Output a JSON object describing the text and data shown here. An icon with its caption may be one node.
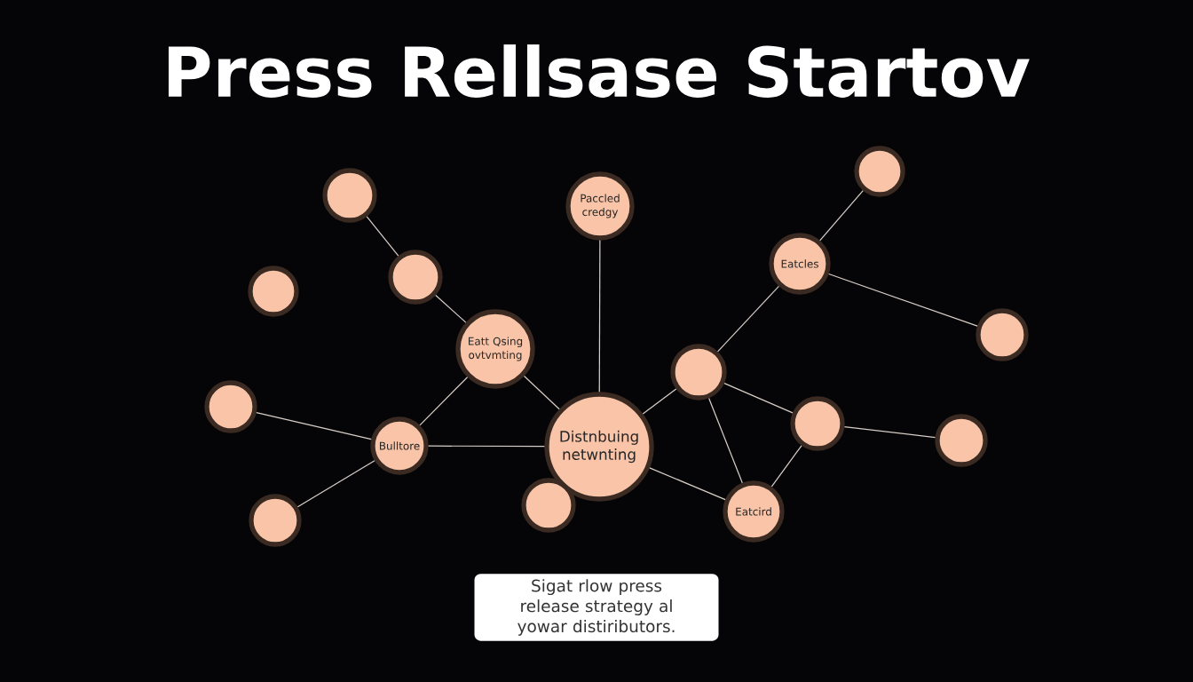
{
  "diagram": {
    "title": "Press Rellsase Startov",
    "nodes": [
      {
        "text": [],
        "shape": "circle"
      },
      {
        "text": [],
        "shape": "circle"
      },
      {
        "text": [
          "Paccled credgy"
        ]
      },
      {
        "text": [
          "Eatcles"
        ]
      },
      {
        "text": [],
        "shape": "circle"
      },
      {
        "text": [],
        "shape": "circle"
      },
      {
        "text": [],
        "shape": "circle"
      },
      {
        "text": [
          "Eatt Qsing ovtvmting"
        ]
      },
      {
        "text": [],
        "shape": "circle"
      },
      {
        "text": [],
        "shape": "circle"
      },
      {
        "text": [],
        "shape": "circle"
      },
      {
        "text": [],
        "shape": "circle"
      },
      {
        "text": [
          "Bulltore"
        ]
      },
      {
        "text": [
          "Distnbuing netwnting"
        ]
      },
      {
        "text": [],
        "shape": "circle"
      },
      {
        "text": [
          "Eatcird"
        ]
      },
      {
        "text": [],
        "shape": "circle"
      },
      {
        "text": [
          "Sigat rlow press release strategy al yowar distiributors."
        ]
      }
    ],
    "edges": [
      {
        "from": 1,
        "to": 4,
        "arrow": "none"
      },
      {
        "from": 4,
        "to": 7,
        "arrow": "none"
      },
      {
        "from": 7,
        "to": 12,
        "arrow": "none"
      },
      {
        "from": 7,
        "to": 13,
        "arrow": "none"
      },
      {
        "from": 2,
        "to": 13,
        "arrow": "none"
      },
      {
        "from": 9,
        "to": 12,
        "arrow": "none"
      },
      {
        "from": 12,
        "to": 13,
        "arrow": "none"
      },
      {
        "from": 12,
        "to": 16,
        "arrow": "none"
      },
      {
        "from": 13,
        "to": 8,
        "arrow": "none"
      },
      {
        "from": 13,
        "to": 15,
        "arrow": "none"
      },
      {
        "from": 8,
        "to": 3,
        "arrow": "none"
      },
      {
        "from": 3,
        "to": 0,
        "arrow": "none"
      },
      {
        "from": 3,
        "to": 6,
        "arrow": "none"
      },
      {
        "from": 8,
        "to": 10,
        "arrow": "none"
      },
      {
        "from": 8,
        "to": 15,
        "arrow": "none"
      },
      {
        "from": 10,
        "to": 15,
        "arrow": "none"
      },
      {
        "from": 10,
        "to": 11,
        "arrow": "none"
      }
    ]
  }
}
